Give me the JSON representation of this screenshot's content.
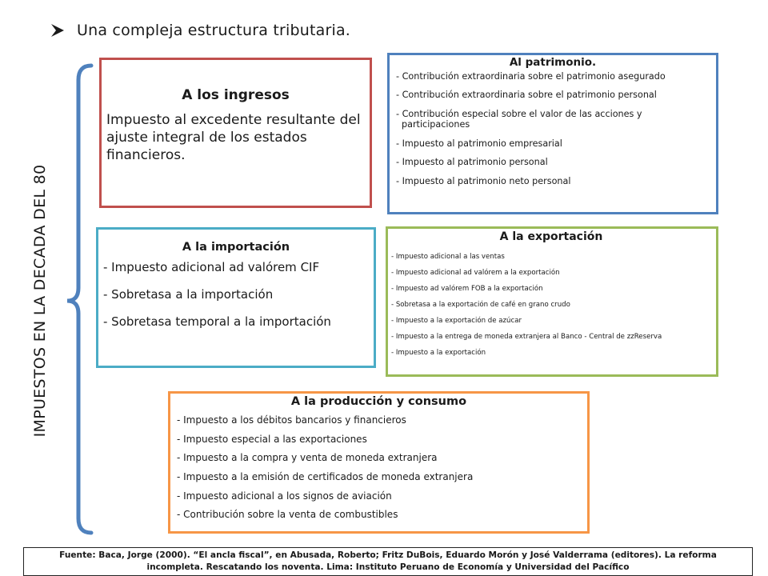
{
  "heading": {
    "text": "Una compleja estructura tributaria."
  },
  "vertical_title": "IMPUESTOS EN LA DECADA DEL 80",
  "boxes": {
    "ingresos": {
      "title": "A los ingresos",
      "description": "Impuesto al excedente resultante del ajuste integral de los estados financieros.",
      "color": "#c0504d"
    },
    "patrimonio": {
      "title": "Al patrimonio.",
      "color": "#4f81bd",
      "items": [
        "- Contribución extraordinaria sobre el patrimonio asegurado",
        "- Contribución extraordinaria sobre el patrimonio personal",
        "- Contribución especial sobre el valor de las acciones y participaciones",
        "- Impuesto al patrimonio empresarial",
        "- Impuesto al patrimonio personal",
        "- Impuesto al patrimonio neto personal"
      ]
    },
    "importacion": {
      "title": "A la importación",
      "color": "#4bacc6",
      "items": [
        "- Impuesto adicional ad valórem CIF",
        "- Sobretasa a la importación",
        "- Sobretasa temporal a la importación"
      ]
    },
    "exportacion": {
      "title": "A la exportación",
      "color": "#9bbb59",
      "items": [
        "- Impuesto adicional a las ventas",
        "- Impuesto adicional ad valórem a la exportación",
        "- Impuesto ad valórem FOB a la exportación",
        "- Sobretasa a la exportación de café en grano crudo",
        "- Impuesto a la exportación de azúcar",
        "- Impuesto a la entrega de moneda extranjera al Banco - Central de zzReserva",
        "- Impuesto a la exportación"
      ]
    },
    "produccion": {
      "title": "A la producción y consumo",
      "color": "#f79646",
      "items": [
        "- Impuesto a los débitos bancarios y financieros",
        "- Impuesto especial a las exportaciones",
        "- Impuesto a la compra y venta de moneda extranjera",
        "- Impuesto a la emisión de certificados de moneda extranjera",
        "- Impuesto adicional a los signos de aviación",
        "- Contribución sobre la venta de combustibles"
      ]
    }
  },
  "source": "Fuente: Baca, Jorge (2000). “El ancla fiscal”, en Abusada, Roberto; Fritz DuBois, Eduardo Morón y José Valderrama (editores). La reforma incompleta. Rescatando los noventa. Lima: Instituto Peruano de Economía y Universidad del Pacífico",
  "icons": {
    "bullet": "arrow-bullet-icon",
    "brace": "curly-brace"
  },
  "colors": {
    "brace": "#4f81bd",
    "text": "#1a1a1a"
  }
}
